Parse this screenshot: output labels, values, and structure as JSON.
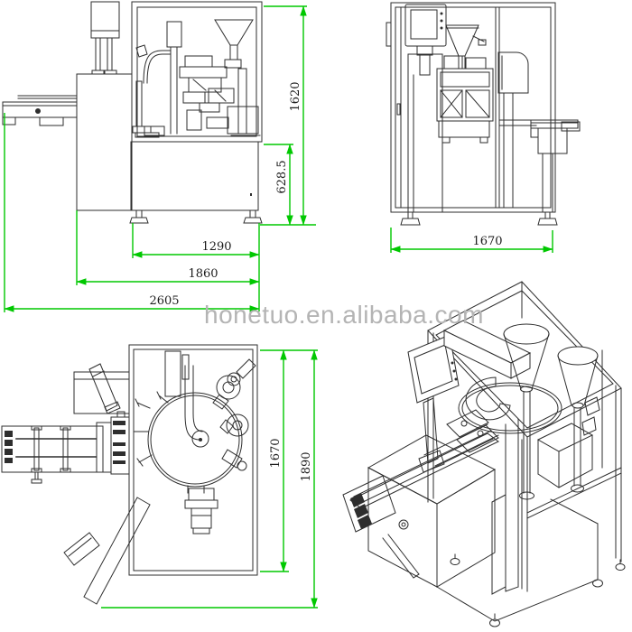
{
  "watermark": {
    "text": "honetuo.en.alibaba.com"
  },
  "colors": {
    "dimension_green": "#00c800",
    "line": "#2e2e2e",
    "dim_text": "#1c1c1c",
    "watermark_gray": "#b4b4b4",
    "background": "#ffffff"
  },
  "views": {
    "front_elevation": {
      "dimensions": {
        "overall_height": "1620",
        "base_height": "628.5",
        "feet_span_width": "1290",
        "cabinet_width": "1860",
        "overall_width": "2605"
      }
    },
    "side_elevation": {
      "dimensions": {
        "overall_width": "1670"
      }
    },
    "plan": {
      "dimensions": {
        "enclosure_depth": "1670",
        "overall_depth": "1890"
      }
    }
  }
}
